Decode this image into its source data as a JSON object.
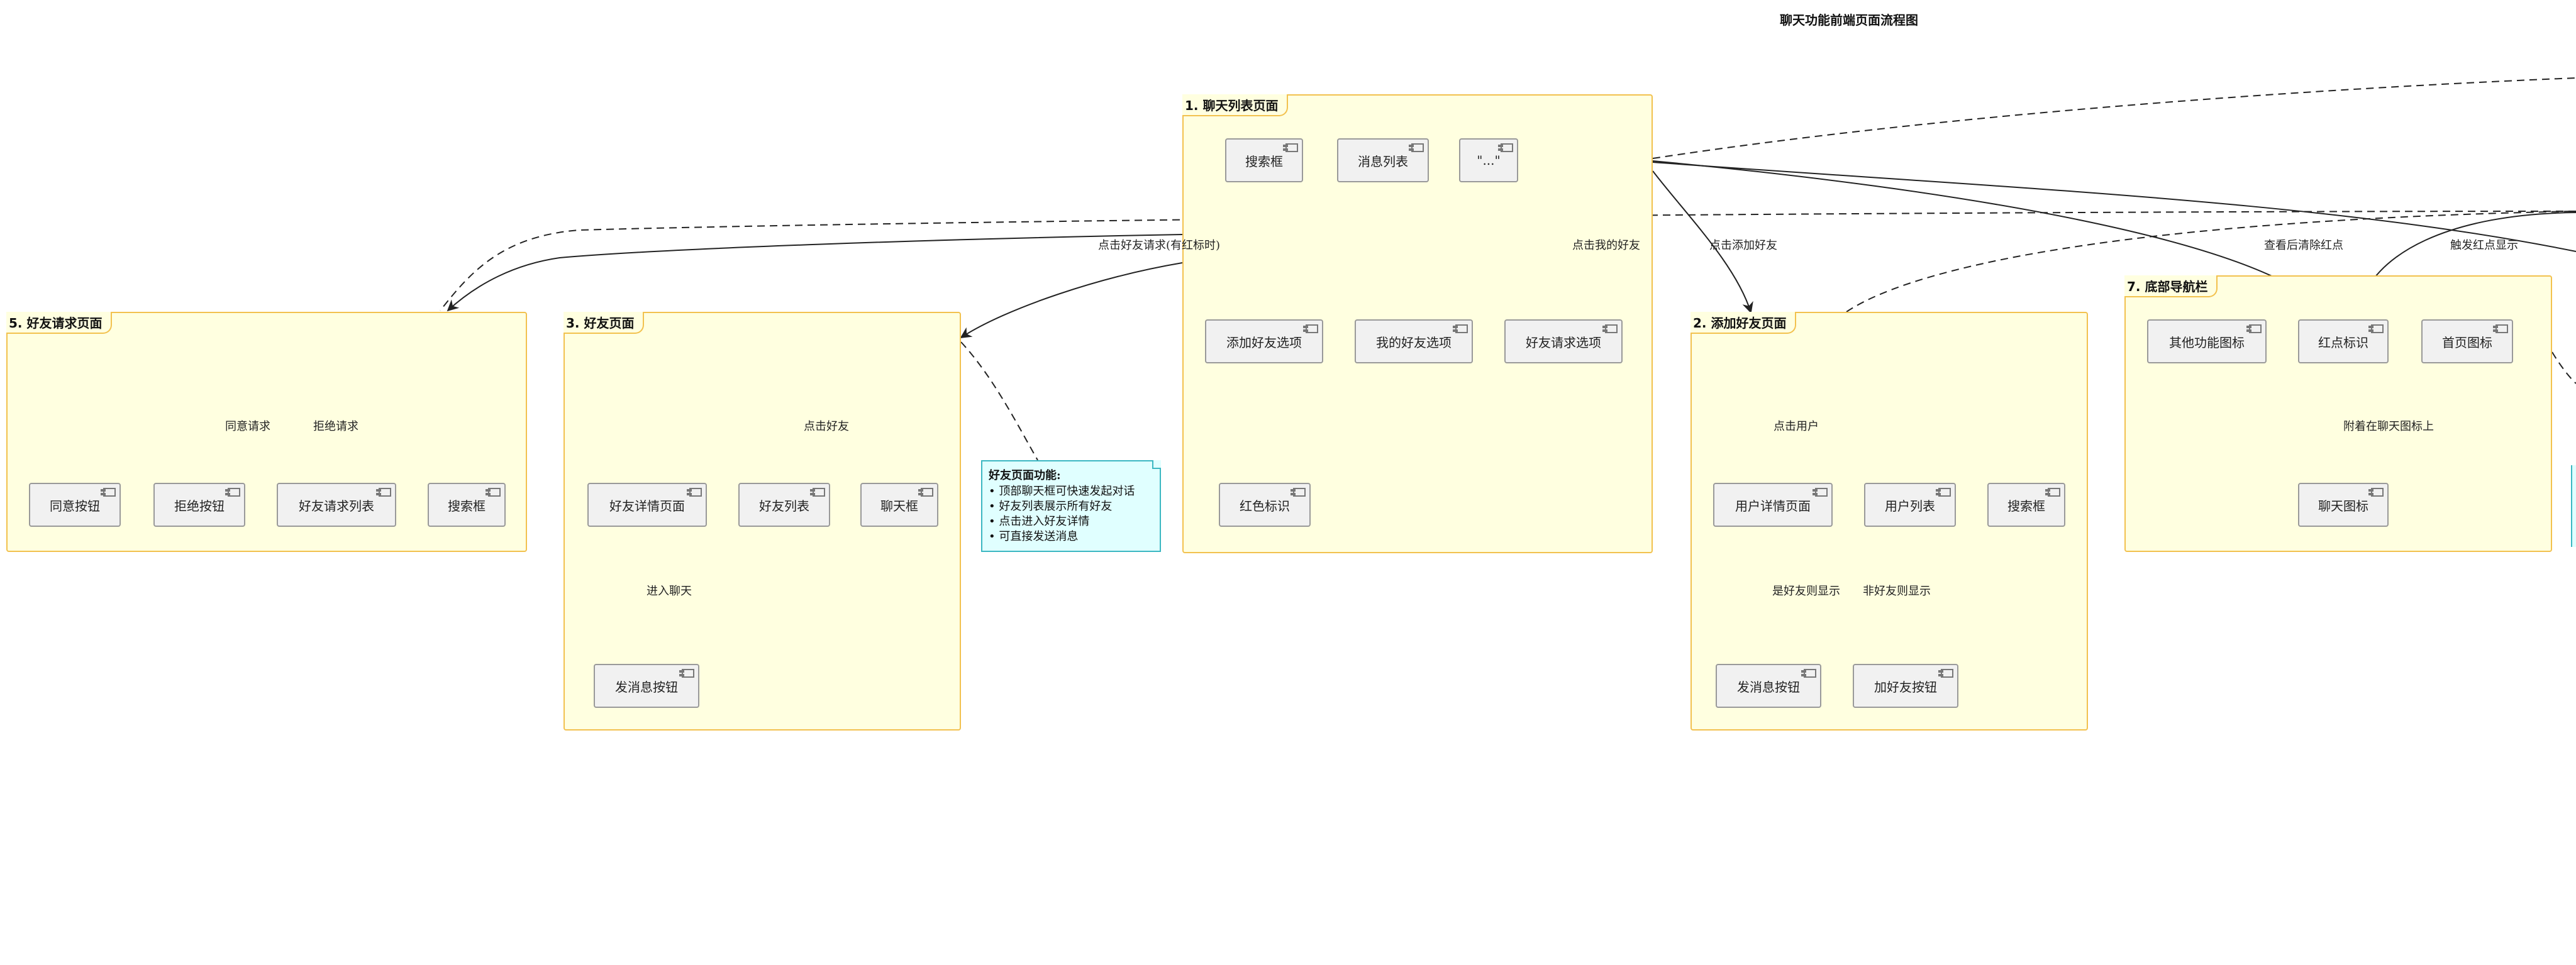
{
  "title": "聊天功能前端页面流程图",
  "packages": {
    "chat_list": {
      "label": "1. 聊天列表页面",
      "components": {
        "search": "搜索框",
        "message_list": "消息列表",
        "ellipsis": "\"...\"",
        "add_friend_option": "添加好友选项",
        "my_friends_option": "我的好友选项",
        "friend_request_option": "好友请求选项",
        "red_badge": "红色标识"
      }
    },
    "friend_requests": {
      "label": "5. 好友请求页面",
      "components": {
        "agree_button": "同意按钮",
        "reject_button": "拒绝按钮",
        "request_list": "好友请求列表",
        "search": "搜索框"
      }
    },
    "friends": {
      "label": "3. 好友页面",
      "components": {
        "friend_detail": "好友详情页面",
        "friend_list": "好友列表",
        "chat_box": "聊天框",
        "send_message_button": "发消息按钮"
      }
    },
    "add_friend": {
      "label": "2. 添加好友页面",
      "components": {
        "user_detail": "用户详情页面",
        "user_list": "用户列表",
        "search": "搜索框",
        "send_message_button": "发消息按钮",
        "add_friend_button": "加好友按钮"
      }
    },
    "bottom_nav": {
      "label": "7. 底部导航栏",
      "components": {
        "other_icons": "其他功能图标",
        "red_dot": "红点标识",
        "home_icon": "首页图标",
        "chat_icon": "聊天图标"
      }
    }
  },
  "edge_labels": {
    "click_friend_request": "点击好友请求(有红标时)",
    "click_my_friends": "点击我的好友",
    "click_add_friend": "点击添加好友",
    "clear_after_view": "查看后清除红点",
    "trigger_red_dot": "触发红点显示",
    "agree_request": "同意请求",
    "reject_request": "拒绝请求",
    "click_friend": "点击好友",
    "enter_chat": "进入聊天",
    "click_user": "点击用户",
    "is_friend_show": "是好友则显示",
    "not_friend_show": "非好友则显示",
    "attached_on_chat_icon": "附着在聊天图标上"
  },
  "note": {
    "title": "好友页面功能:",
    "lines": [
      "• 顶部聊天框可快速发起对话",
      "• 好友列表展示所有好友",
      "• 点击进入好友详情",
      "• 可直接发送消息"
    ]
  },
  "colors": {
    "package_fill": "#ffffe0",
    "package_border": "#f2c14e",
    "component_fill": "#f1f1f1",
    "note_fill": "#e0ffff",
    "note_border": "#3bb7c2"
  }
}
